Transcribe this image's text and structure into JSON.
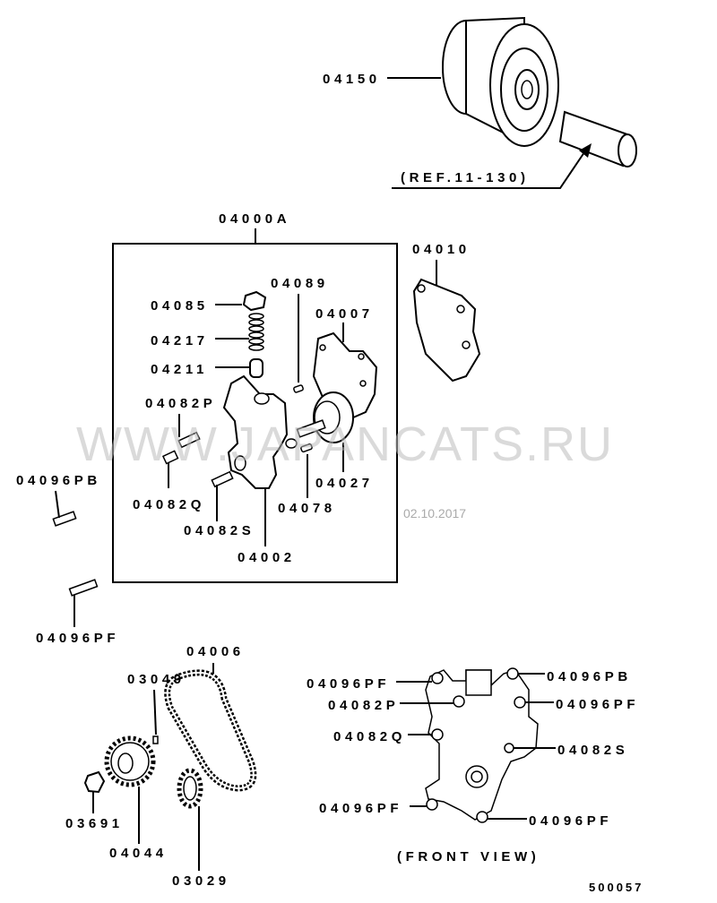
{
  "diagram": {
    "labels": {
      "oil_filter": "04150",
      "ref": "(REF.11-130)",
      "pump_assy": "04000A",
      "gasket": "04010",
      "pin_04089": "04089",
      "plug": "04085",
      "cover_plate": "04007",
      "spring": "04217",
      "plunger": "04211",
      "bolt_04082p": "04082P",
      "bolt_04096pb": "04096PB",
      "bolt_04082q": "04082Q",
      "pin_04078": "04078",
      "rotor": "04027",
      "bolt_04082s": "04082S",
      "body": "04002",
      "bolt_04096pf": "04096PF",
      "chain": "04006",
      "key": "03049",
      "nut": "03691",
      "sprocket_04044": "04044",
      "sprocket_03029": "03029"
    },
    "front_view": {
      "title": "(FRONT VIEW)",
      "labels": {
        "tl_pf": "04096PF",
        "p": "04082P",
        "q": "04082Q",
        "bl_pf": "04096PF",
        "tr_pb": "04096PB",
        "r_pf": "04096PF",
        "s": "04082S",
        "br_pf": "04096PF"
      }
    },
    "diagram_code": "500057",
    "watermark": "WWW.JAPANCATS.RU",
    "watermark_date": "02.10.2017"
  }
}
